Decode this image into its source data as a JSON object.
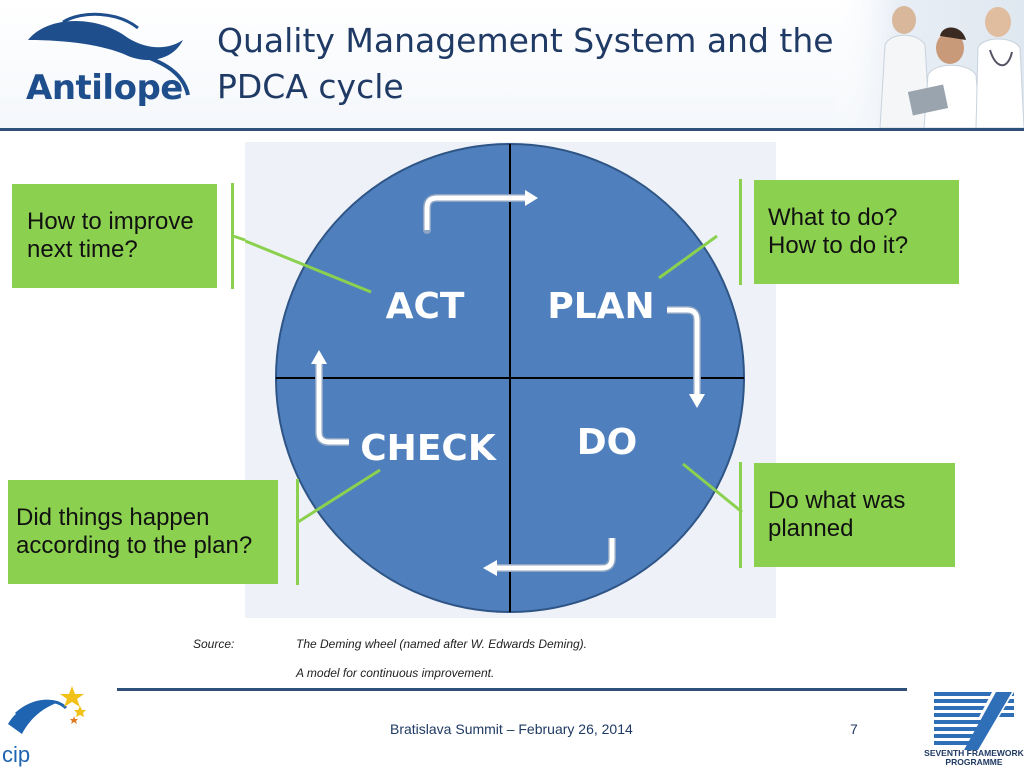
{
  "header": {
    "title_line1": "Quality Management System and the",
    "title_line2": "PDCA cycle",
    "logo_text": "Antilope"
  },
  "diagram": {
    "quadrants": [
      {
        "label": "ACT"
      },
      {
        "label": "PLAN"
      },
      {
        "label": "CHECK"
      },
      {
        "label": "DO"
      }
    ],
    "callouts": {
      "act": [
        "How to improve",
        "next time?"
      ],
      "plan": [
        "What to do?",
        "How to do it?"
      ],
      "check": [
        "Did things happen",
        "according to the plan?"
      ],
      "do": [
        "Do what was",
        "planned"
      ]
    },
    "colors": {
      "circle": "#4f80bd",
      "callout": "#8bd14f",
      "arrow": "#ffffff"
    }
  },
  "source": {
    "label": "Source:",
    "line1": "The Deming wheel (named after W. Edwards Deming).",
    "line2": "A model for continuous improvement."
  },
  "footer": {
    "event": "Bratislava Summit – February 26, 2014",
    "page": "7",
    "cip_text": "cip",
    "fp7_text_1": "SEVENTH FRAMEWORK",
    "fp7_text_2": "PROGRAMME"
  }
}
